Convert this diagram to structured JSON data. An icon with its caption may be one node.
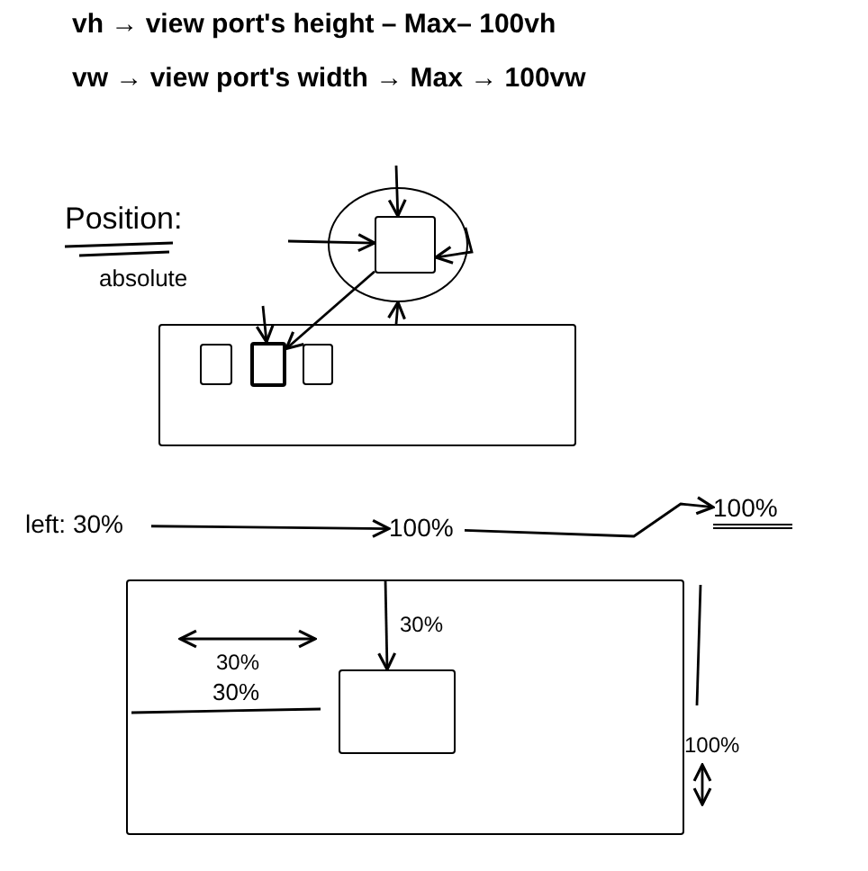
{
  "diagram": {
    "nodes": [
      {
        "text": [],
        "shape": "circle"
      },
      {
        "text": [],
        "shape": "box",
        "in": 0
      },
      {
        "text": [],
        "shape": "box"
      },
      {
        "text": [],
        "shape": "box",
        "in": 2
      },
      {
        "text": [],
        "shape": "box",
        "in": 2
      },
      {
        "text": [],
        "shape": "box",
        "in": 2
      },
      {
        "text": [
          "left: 30%"
        ]
      },
      {
        "text": [
          "100%"
        ]
      },
      {
        "text": [
          "100%"
        ]
      },
      {
        "text": [],
        "shape": "box"
      },
      {
        "text": [],
        "shape": "box",
        "in": 9
      }
    ],
    "edges": [
      {
        "from": 1,
        "to": 4,
        "arrow": "to"
      },
      {
        "from": 6,
        "to": 7,
        "arrow": "to"
      },
      {
        "from": 7,
        "to": 8,
        "arrow": "to"
      },
      {
        "from": 9,
        "to": 10,
        "arrow": "to"
      },
      {
        "from": null,
        "to": 1,
        "arrow": "to"
      },
      {
        "from": null,
        "to": 1,
        "arrow": "to"
      },
      {
        "from": 0,
        "to": 1,
        "arrow": "to"
      },
      {
        "from": 2,
        "to": 0,
        "arrow": "to"
      },
      {
        "from": null,
        "to": 4,
        "arrow": "to"
      }
    ],
    "labels": [
      "vh → view port's height – Max– 100vh",
      "vw → view port's width → Max → 100vw",
      "Position:",
      "absolute",
      "30%",
      "30%",
      "30%",
      "100%"
    ]
  }
}
